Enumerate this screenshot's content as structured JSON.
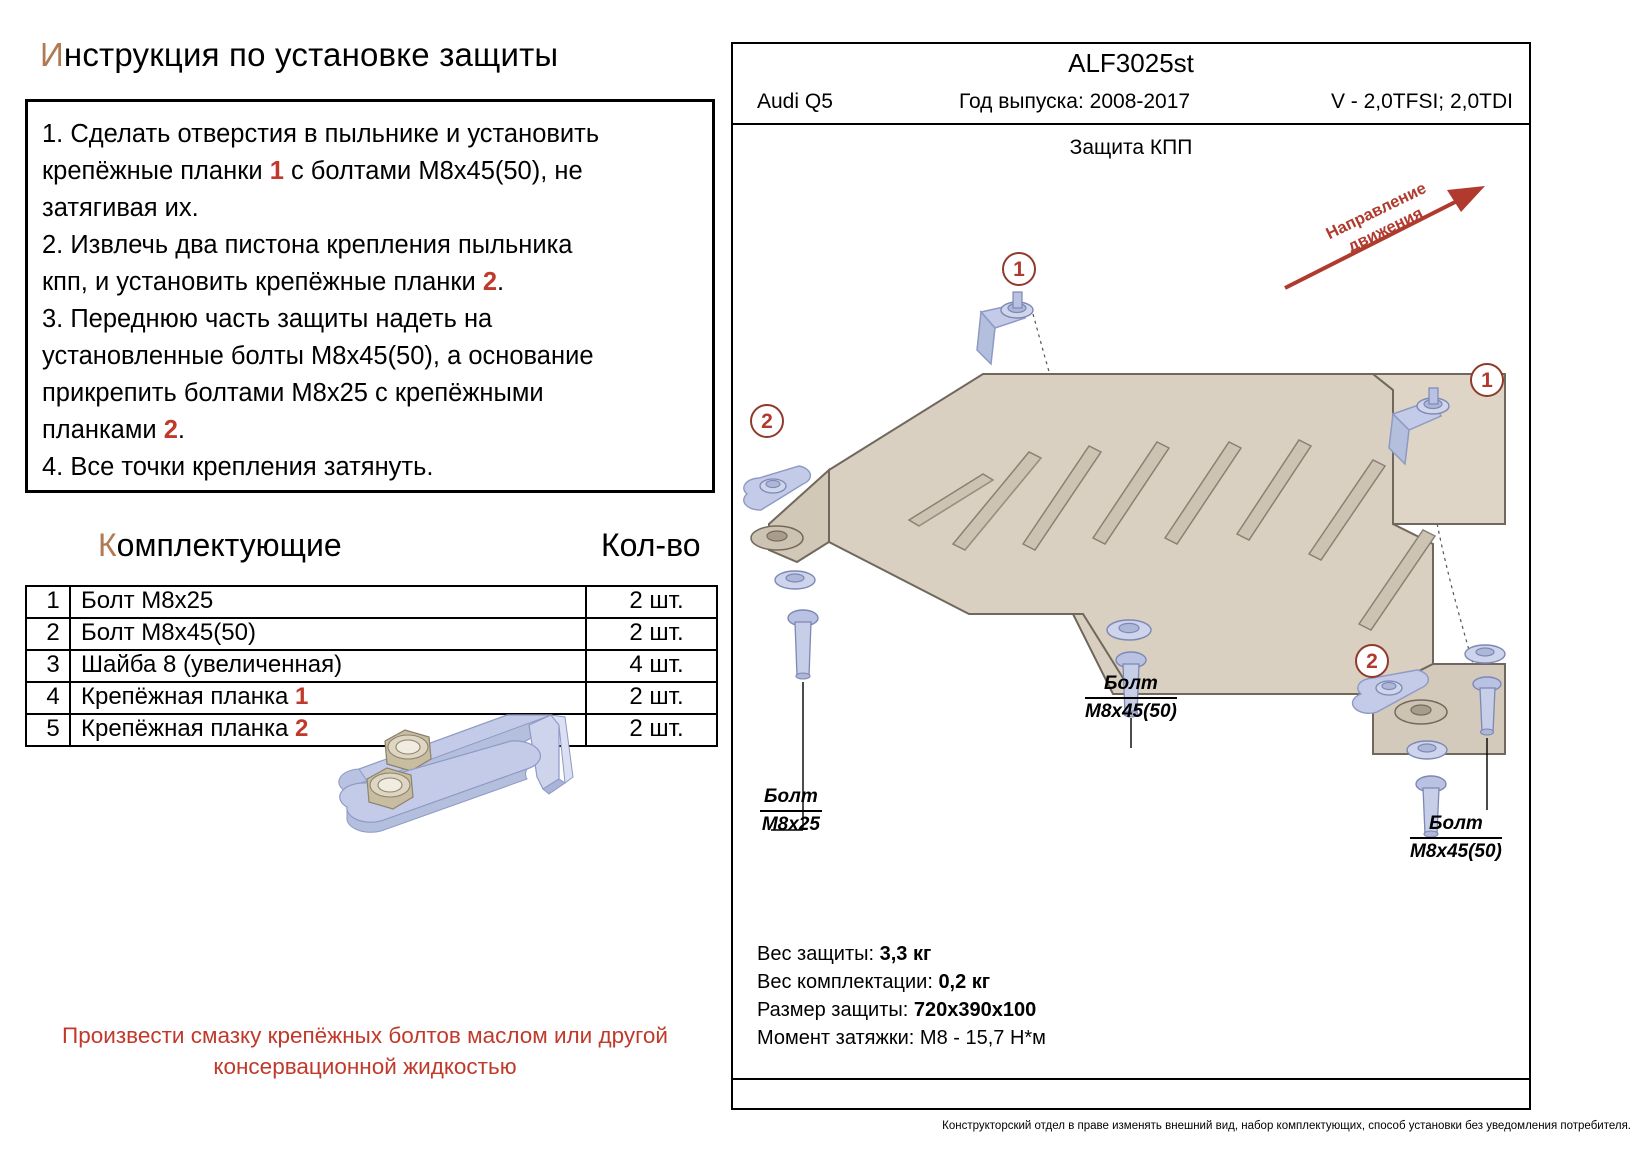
{
  "doc": {
    "title": "Инструкция по установке защиты",
    "title_first": "И",
    "title_rest": "нструкция по установке защиты"
  },
  "instructions": {
    "lines": [
      "1. Сделать отверстия в пыльнике и установить",
      "крепёжные планки 1 с болтами M8x45(50), не",
      "затягивая их.",
      "2. Извлечь два пистона крепления пыльника",
      "кпп, и установить крепёжные планки 2.",
      "3. Переднюю часть защиты надеть на",
      "установленные болты M8x45(50), а основание",
      "прикрепить болтами M8x25 с крепёжными",
      "планками 2.",
      "4. Все точки крепления затянуть."
    ]
  },
  "components": {
    "heading_first": "К",
    "heading_rest": "омплектующие",
    "qty_heading": "Кол-во",
    "rows": [
      {
        "num": "1",
        "name": "Болт M8x25",
        "qty": "2 шт.",
        "image": "none"
      },
      {
        "num": "2",
        "name": "Болт M8x45(50)",
        "qty": "2 шт.",
        "image": "none"
      },
      {
        "num": "3",
        "name": "Шайба 8 (увеличенная)",
        "qty": "4 шт.",
        "image": "none"
      },
      {
        "num": "4",
        "name": "Крепёжная планка ",
        "name_accent": "1",
        "qty": "2 шт.",
        "image": "bracket-l-shape"
      },
      {
        "num": "5",
        "name": "Крепёжная планка ",
        "name_accent": "2",
        "qty": "2 шт.",
        "image": "bracket-flat"
      }
    ]
  },
  "footer_note": {
    "line1": "Произвести смазку крепёжных болтов маслом или другой",
    "line2": "консервационной жидкостью"
  },
  "right_panel": {
    "code": "ALF3025st",
    "model": "Audi Q5",
    "years": "Год выпуска: 2008-2017",
    "engine": "V - 2,0TFSI; 2,0TDI",
    "subtitle": "Защита КПП",
    "direction_label_line1": "Направление",
    "direction_label_line2": "движения",
    "callouts": [
      {
        "id": "c1",
        "label": "1"
      },
      {
        "id": "c2",
        "label": "2"
      },
      {
        "id": "c3",
        "label": "1"
      },
      {
        "id": "c4",
        "label": "2"
      }
    ],
    "bolt_labels": [
      {
        "id": "bl-left",
        "line1": "Болт",
        "line2": "M8x25"
      },
      {
        "id": "bl-mid",
        "line1": "Болт",
        "line2": "M8x45(50)"
      },
      {
        "id": "bl-right",
        "line1": "Болт",
        "line2": "M8x45(50)"
      }
    ],
    "specs": [
      {
        "label": "Вес защиты: ",
        "value": "3,3 кг"
      },
      {
        "label": "Вес комплектации: ",
        "value": "0,2 кг"
      },
      {
        "label": "Размер защиты: ",
        "value": "720x390x100"
      },
      {
        "label": "Момент затяжки: ",
        "value": "M8 - 15,7 Н*м"
      }
    ]
  },
  "disclaimer": "Конструкторский отдел в праве изменять внешний вид, набор комплектующих, способ установки без уведомления потребителя.",
  "colors": {
    "accent_red": "#c0392b",
    "drop_cap": "#b07a52",
    "plate": "#d8cfc0",
    "bracket_blue": "#c3cbe8",
    "nut_tan": "#c8bda0"
  }
}
